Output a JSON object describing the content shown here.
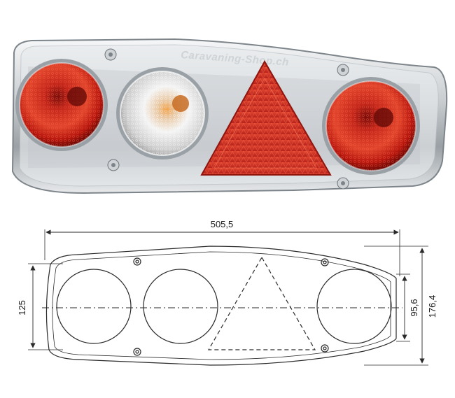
{
  "watermark": "Caravaning-Shop.ch",
  "dimensions": {
    "overall_length": "505,5",
    "lamp_height": "125",
    "end_height": "95,6",
    "total_height": "176,4"
  },
  "colors": {
    "red_lens": "#c8201a",
    "amber_lens": "#f08a2a",
    "clear_lens": "#e9e9e9",
    "housing": "#dfe3e6",
    "line": "#2a2a2a"
  }
}
